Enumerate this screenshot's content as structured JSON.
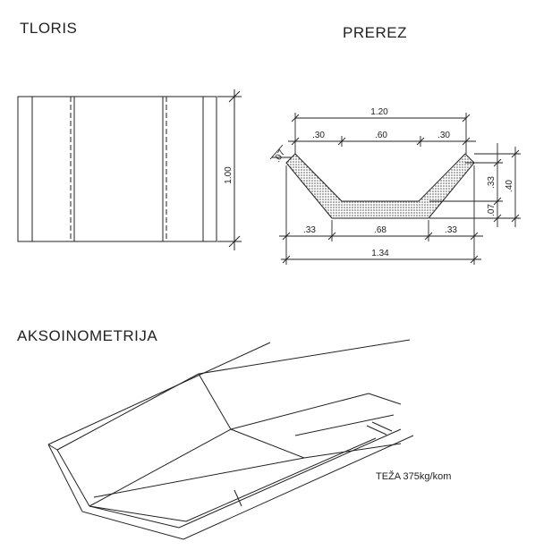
{
  "headings": {
    "plan": "TLORIS",
    "section": "PREREZ",
    "axonometry": "AKSOINOMETRIJA"
  },
  "plan_dims": {
    "length": "1.00"
  },
  "section_dims": {
    "top_width": "1.20",
    "top_left": ".30",
    "top_mid": ".60",
    "top_right": ".30",
    "bottom_left": ".33",
    "bottom_mid": ".68",
    "bottom_right": ".33",
    "overall": "1.34",
    "thickness_left": ".07",
    "thickness_right": ".07",
    "height_wall": ".33",
    "height_total": ".40"
  },
  "weight_note": "TEŽA 375kg/kom"
}
